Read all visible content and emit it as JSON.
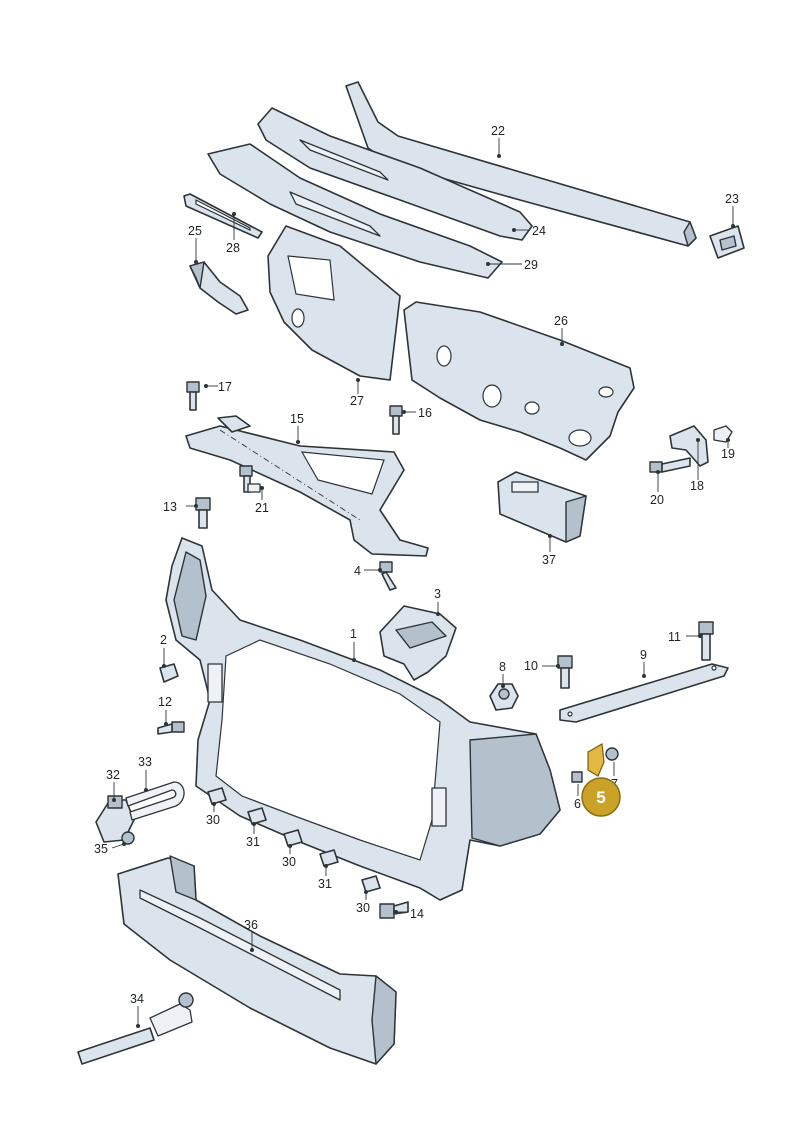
{
  "callouts": {
    "c1": "1",
    "c2": "2",
    "c3": "3",
    "c4": "4",
    "c6": "6",
    "c7": "7",
    "c8": "8",
    "c9": "9",
    "c10": "10",
    "c11": "11",
    "c12": "12",
    "c13": "13",
    "c14": "14",
    "c15": "15",
    "c16": "16",
    "c17": "17",
    "c18": "18",
    "c19": "19",
    "c20": "20",
    "c21": "21",
    "c22": "22",
    "c23": "23",
    "c24": "24",
    "c25": "25",
    "c26": "26",
    "c27": "27",
    "c28": "28",
    "c29": "29",
    "c30a": "30",
    "c30b": "30",
    "c30c": "30",
    "c31a": "31",
    "c31b": "31",
    "c32": "32",
    "c33": "33",
    "c34": "34",
    "c35": "35",
    "c36": "36",
    "c37": "37"
  },
  "highlight": {
    "label": "5",
    "color": "#c9a227"
  },
  "colors": {
    "part_fill": "#dbe3ec",
    "outline": "#2d3438",
    "highlight": "#e1b842"
  }
}
